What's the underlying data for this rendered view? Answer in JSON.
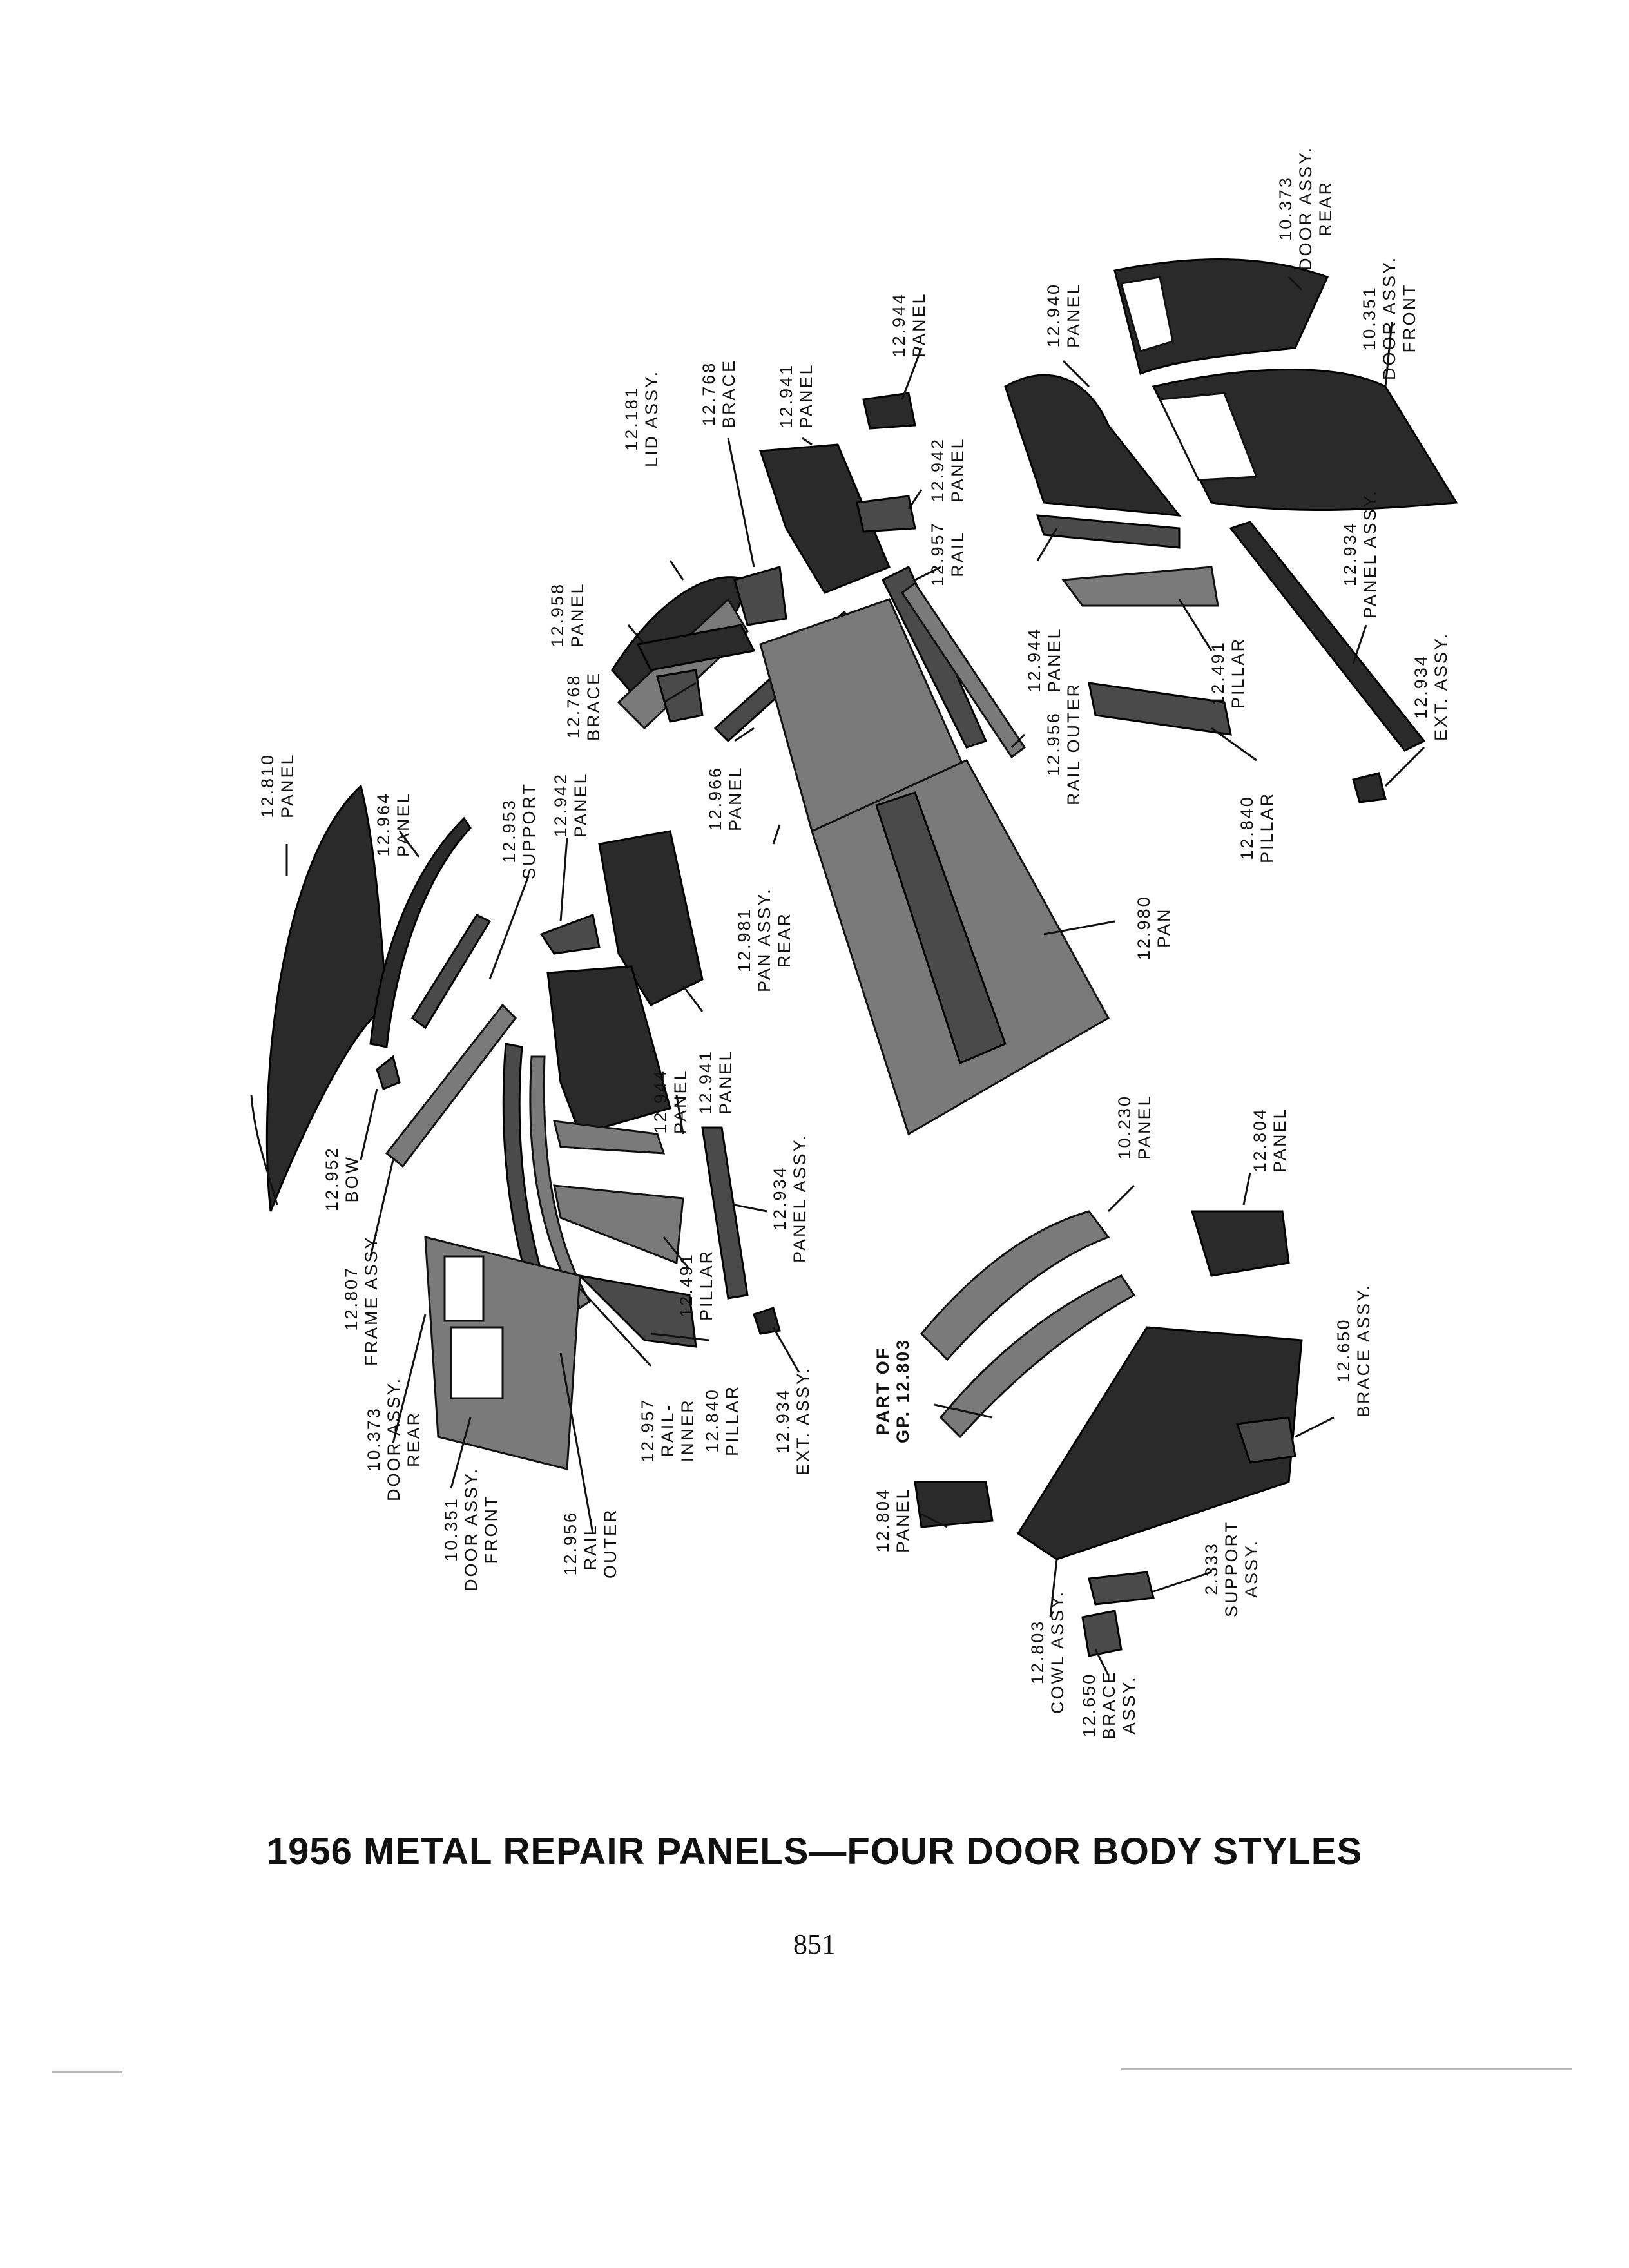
{
  "caption": "1956 METAL REPAIR PANELS—FOUR DOOR BODY STYLES",
  "page_number": "851",
  "labels": {
    "p12810": [
      "12.810",
      "PANEL"
    ],
    "p12964": [
      "12.964",
      "PANEL"
    ],
    "p12953": [
      "12.953",
      "SUPPORT"
    ],
    "p12942a": [
      "12.942",
      "PANEL"
    ],
    "p12952": [
      "12.952",
      "BOW"
    ],
    "p12807": [
      "12.807",
      "FRAME ASSY."
    ],
    "p10373a": [
      "10.373",
      "DOOR ASSY.",
      "REAR"
    ],
    "p10351a": [
      "10.351",
      "DOOR ASSY.",
      "FRONT"
    ],
    "p12956a": [
      "12.956",
      "RAIL-",
      "OUTER"
    ],
    "p12957a": [
      "12.957",
      "RAIL-",
      "INNER"
    ],
    "p12840a": [
      "12.840",
      "PILLAR"
    ],
    "p12491a": [
      "12.491",
      "PILLAR"
    ],
    "p12934a": [
      "12.934",
      "PANEL ASSY."
    ],
    "p12934b": [
      "12.934",
      "EXT. ASSY."
    ],
    "p12944a": [
      "12.944",
      "PANEL"
    ],
    "p12941a": [
      "12.941",
      "PANEL"
    ],
    "p12981": [
      "12.981",
      "PAN ASSY.",
      "REAR"
    ],
    "p12966": [
      "12.966",
      "PANEL"
    ],
    "p12768a": [
      "12.768",
      "BRACE"
    ],
    "p12958": [
      "12.958",
      "PANEL"
    ],
    "p12181": [
      "12.181",
      "LID ASSY."
    ],
    "p12768b": [
      "12.768",
      "BRACE"
    ],
    "p12941b": [
      "12.941",
      "PANEL"
    ],
    "p12944b": [
      "12.944",
      "PANEL"
    ],
    "p12942b": [
      "12.942",
      "PANEL"
    ],
    "p12957b": [
      "12.957",
      "RAIL"
    ],
    "p12956b": [
      "12.956",
      "RAIL OUTER"
    ],
    "p12980": [
      "12.980",
      "PAN"
    ],
    "p12940": [
      "12.940",
      "PANEL"
    ],
    "p10373b": [
      "10.373",
      "DOOR ASSY.",
      "REAR"
    ],
    "p10351b": [
      "10.351",
      "DOOR ASSY.",
      "FRONT"
    ],
    "p12934c": [
      "12.934",
      "PANEL ASSY."
    ],
    "p12491b": [
      "12.491",
      "PILLAR"
    ],
    "p12944c": [
      "12.944",
      "PANEL"
    ],
    "p12840b": [
      "12.840",
      "PILLAR"
    ],
    "p12934d": [
      "12.934",
      "EXT. ASSY."
    ],
    "p10230": [
      "10.230",
      "PANEL"
    ],
    "p12804a": [
      "12.804",
      "PANEL"
    ],
    "pgp12803": [
      "PART OF",
      "GP. 12.803"
    ],
    "p12650a": [
      "12.650",
      "BRACE ASSY."
    ],
    "p12804b": [
      "12.804",
      "PANEL"
    ],
    "p2333": [
      "2.333",
      "SUPPORT",
      "ASSY."
    ],
    "p12803": [
      "12.803",
      "COWL ASSY."
    ],
    "p12650b": [
      "12.650",
      "BRACE",
      "ASSY."
    ]
  }
}
